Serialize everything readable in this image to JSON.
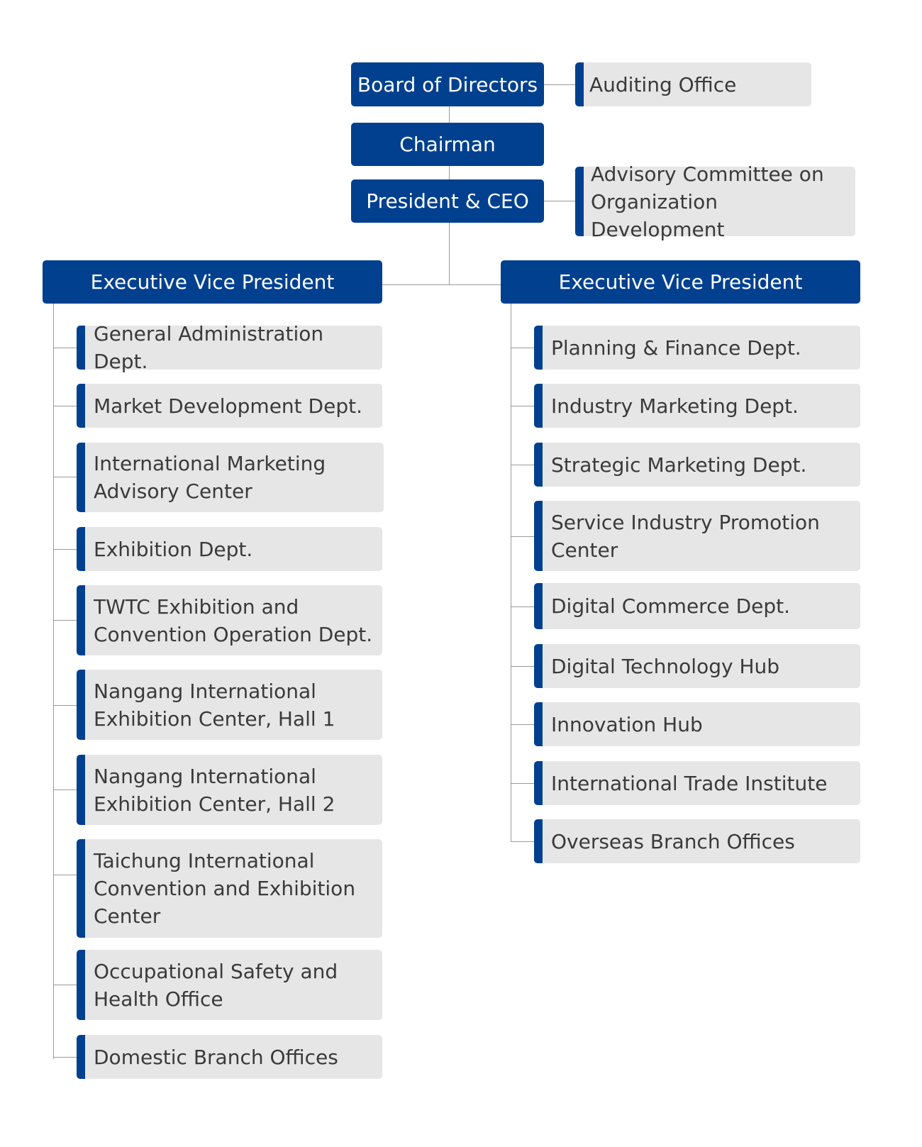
{
  "top": {
    "board": "Board of Directors",
    "chairman": "Chairman",
    "president": "President & CEO",
    "auditing": "Auditing Office",
    "advisory": "Advisory Committee on Organization Development"
  },
  "evp_left": {
    "title": "Executive Vice President",
    "items": [
      "General Administration Dept.",
      "Market Development Dept.",
      "International Marketing Advisory Center",
      "Exhibition Dept.",
      "TWTC Exhibition and Convention Operation Dept.",
      "Nangang International Exhibition Center, Hall 1",
      "Nangang International Exhibition Center, Hall 2",
      "Taichung International Convention and Exhibition Center",
      "Occupational Safety and Health Office",
      "Domestic Branch Offices"
    ]
  },
  "evp_right": {
    "title": "Executive Vice President",
    "items": [
      "Planning & Finance Dept.",
      "Industry Marketing Dept.",
      "Strategic Marketing Dept.",
      "Service Industry Promotion Center",
      "Digital Commerce Dept.",
      "Digital Technology Hub",
      "Innovation Hub",
      "International Trade Institute",
      "Overseas Branch Offices"
    ]
  },
  "colors": {
    "primary": "#00408f",
    "box_gray": "#e6e6e6",
    "text_gray": "#3a3a3a",
    "line": "#9a9a9a"
  }
}
